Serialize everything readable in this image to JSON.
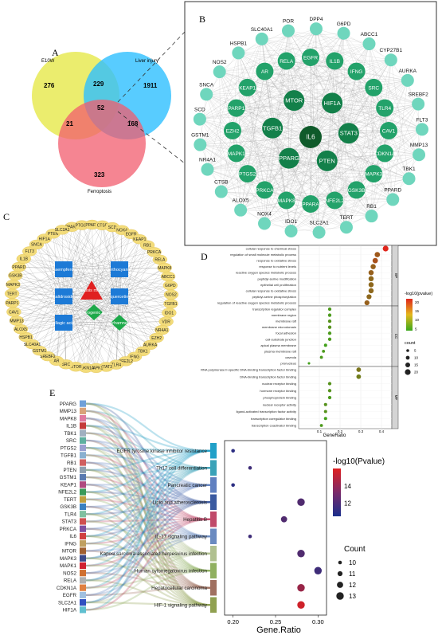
{
  "panels": {
    "A": "A",
    "B": "B",
    "C": "C",
    "D": "D",
    "E": "E"
  },
  "chart_data": [
    {
      "type": "venn",
      "panel": "A",
      "sets": [
        "E10W",
        "Liver injury",
        "Ferroptosis"
      ],
      "colors": [
        "#e6e84a",
        "#2ebfff",
        "#f25c6e"
      ],
      "regions": [
        {
          "sets": [
            "E10W"
          ],
          "value": 276
        },
        {
          "sets": [
            "Liver injury"
          ],
          "value": 1911
        },
        {
          "sets": [
            "Ferroptosis"
          ],
          "value": 323
        },
        {
          "sets": [
            "E10W",
            "Liver injury"
          ],
          "value": 229
        },
        {
          "sets": [
            "E10W",
            "Ferroptosis"
          ],
          "value": 21
        },
        {
          "sets": [
            "Liver injury",
            "Ferroptosis"
          ],
          "value": 168
        },
        {
          "sets": [
            "E10W",
            "Liver injury",
            "Ferroptosis"
          ],
          "value": 52
        }
      ]
    },
    {
      "type": "network",
      "panel": "B",
      "nodes": {
        "core": [
          "IL6"
        ],
        "inner": [
          "HIF1A",
          "STAT3",
          "PTEN",
          "PPARG",
          "TGFB1",
          "MTOR",
          "EGFR",
          "IL1B",
          "IFNG",
          "SRC",
          "TLR4",
          "CAV1",
          "CDKN1A",
          "MAPK3",
          "GSK3B",
          "NFE2L2",
          "PPARA",
          "MAPK8",
          "PRKCA",
          "PTGS2",
          "MAPK1",
          "EZH2",
          "PARP1",
          "KEAP1",
          "AR",
          "RELA"
        ],
        "outer": [
          "DPP4",
          "G6PD",
          "ABCC1",
          "CYP27B1",
          "AURKA",
          "SREBF2",
          "FLT3",
          "MMP13",
          "TBK1",
          "PPARD",
          "RB1",
          "TERT",
          "SLC2A1",
          "IDO1",
          "NOX4",
          "ALOX5",
          "CTSB",
          "NR4A1",
          "GSTM1",
          "SCD",
          "SNCA",
          "NOS2",
          "HSPB1",
          "SLC40A1",
          "POR"
        ]
      }
    },
    {
      "type": "network",
      "panel": "C",
      "compounds": [
        "kaempferol",
        "anthocyanin",
        "quercetin",
        "salidroside",
        "ellagic acid",
        "chlorogenic acid",
        "isorhamnetin"
      ],
      "center_label": "Ferroptosis metabolism",
      "targets": [
        "PPARG",
        "PTGS2",
        "PPARA",
        "CTSB",
        "SCD",
        "NOX4",
        "EGFR",
        "KEAP1",
        "RB1",
        "PRKCA",
        "RELA",
        "MAPK8",
        "ABCC1",
        "G6PD",
        "NOS2",
        "TGFB1",
        "IDO1",
        "VDR",
        "NR4A1",
        "EZH2",
        "AURKA",
        "TBK1",
        "IFNG",
        "NFE2L2",
        "TLR4",
        "STAT3",
        "MAPK1",
        "CDKN1A",
        "MTOR",
        "SRC",
        "AR",
        "SREBF2",
        "GSTM1",
        "SLC40A1",
        "HSPB1",
        "ALOX5",
        "MMP13",
        "CAV1",
        "PARP1",
        "TERT",
        "MAPK3",
        "GSK3B",
        "PPARD",
        "IL1B",
        "FLT3",
        "SNCA",
        "HIF1A",
        "PTEN",
        "SLC2A1"
      ]
    },
    {
      "type": "scatter",
      "panel": "D",
      "xlabel": "GeneRatio",
      "xlim": [
        0,
        0.45
      ],
      "x_ticks": [
        0.1,
        0.2,
        0.3,
        0.4
      ],
      "color_label": "-log10(pvalue)",
      "color_ticks": [
        5,
        10,
        15,
        20
      ],
      "size_label": "count",
      "size_ticks": [
        5,
        10,
        15,
        20
      ],
      "facets": [
        {
          "name": "BP",
          "terms": [
            {
              "term": "cellular response to chemical stress",
              "x": 0.42,
              "p": 22,
              "count": 20
            },
            {
              "term": "regulation of small molecule metabolic process",
              "x": 0.38,
              "p": 15,
              "count": 18
            },
            {
              "term": "response to oxidative stress",
              "x": 0.37,
              "p": 16,
              "count": 18
            },
            {
              "term": "response to nutrient levels",
              "x": 0.36,
              "p": 14,
              "count": 17
            },
            {
              "term": "reactive oxygen species metabolic process",
              "x": 0.35,
              "p": 14,
              "count": 17
            },
            {
              "term": "peptidyl-serine modification",
              "x": 0.35,
              "p": 13,
              "count": 17
            },
            {
              "term": "epithelial cell proliferation",
              "x": 0.35,
              "p": 13,
              "count": 17
            },
            {
              "term": "cellular response to oxidative stress",
              "x": 0.35,
              "p": 13,
              "count": 17
            },
            {
              "term": "peptidyl-serine phosphorylation",
              "x": 0.34,
              "p": 13,
              "count": 16
            },
            {
              "term": "regulation of reactive oxygen species metabolic process",
              "x": 0.33,
              "p": 14,
              "count": 16
            }
          ]
        },
        {
          "name": "CC",
          "terms": [
            {
              "term": "transcription regulator complex",
              "x": 0.15,
              "p": 6,
              "count": 8
            },
            {
              "term": "membrane region",
              "x": 0.15,
              "p": 6,
              "count": 8
            },
            {
              "term": "membrane raft",
              "x": 0.15,
              "p": 7,
              "count": 8
            },
            {
              "term": "membrane microdomain",
              "x": 0.15,
              "p": 7,
              "count": 8
            },
            {
              "term": "focal adhesion",
              "x": 0.15,
              "p": 6,
              "count": 8
            },
            {
              "term": "cell-substrate junction",
              "x": 0.15,
              "p": 6,
              "count": 8
            },
            {
              "term": "apical plasma membrane",
              "x": 0.13,
              "p": 5,
              "count": 7
            },
            {
              "term": "plasma membrane raft",
              "x": 0.12,
              "p": 6,
              "count": 6
            },
            {
              "term": "caveola",
              "x": 0.11,
              "p": 6,
              "count": 6
            },
            {
              "term": "pronucleus",
              "x": 0.05,
              "p": 5,
              "count": 3
            }
          ]
        },
        {
          "name": "MF",
          "terms": [
            {
              "term": "RNA polymerase II-specific DNA-binding transcription factor binding",
              "x": 0.29,
              "p": 11,
              "count": 14
            },
            {
              "term": "DNA-binding transcription factor binding",
              "x": 0.29,
              "p": 10,
              "count": 14
            },
            {
              "term": "nuclear receptor binding",
              "x": 0.15,
              "p": 7,
              "count": 8
            },
            {
              "term": "hormone receptor binding",
              "x": 0.15,
              "p": 7,
              "count": 8
            },
            {
              "term": "phosphoprotein binding",
              "x": 0.15,
              "p": 6,
              "count": 8
            },
            {
              "term": "nuclear receptor activity",
              "x": 0.13,
              "p": 7,
              "count": 7
            },
            {
              "term": "ligand-activated transcription factor activity",
              "x": 0.13,
              "p": 7,
              "count": 7
            },
            {
              "term": "transcription coregulator binding",
              "x": 0.13,
              "p": 5,
              "count": 7
            },
            {
              "term": "transcription coactivator binding",
              "x": 0.11,
              "p": 6,
              "count": 6
            }
          ]
        }
      ]
    },
    {
      "type": "sankey-dot",
      "panel": "E",
      "genes": [
        "PPARG",
        "MMP13",
        "MAPK8",
        "IL1B",
        "TBK1",
        "SRC",
        "PTGS2",
        "TGFB1",
        "RB1",
        "PTEN",
        "GSTM1",
        "KEAP1",
        "NFE2L2",
        "TERT",
        "GSK3B",
        "TLR4",
        "STAT3",
        "PRKCA",
        "IL6",
        "IFNG",
        "MTOR",
        "MAPK3",
        "MAPK1",
        "NOS2",
        "RELA",
        "CDKN1A",
        "EGFR",
        "SLC2A1",
        "HIF1A"
      ],
      "pathways": [
        "EGFR tyrosine kinase inhibitor resistance",
        "Th17 cell differentiation",
        "Pancreatic cancer",
        "Lipid and atherosclerosis",
        "Hepatitis B",
        "IL-17 signaling pathway",
        "Kaposi sarcoma-associated herpesvirus infection",
        "Human cytomegalovirus infection",
        "Hepatocellular carcinoma",
        "HIF-1 signaling pathway"
      ],
      "xlabel": "Gene.Ratio",
      "xlim": [
        0.19,
        0.31
      ],
      "x_ticks": [
        0.2,
        0.25,
        0.3
      ],
      "color_label": "-log10(Pvalue)",
      "color_ticks": [
        12,
        14
      ],
      "size_label": "Count",
      "size_ticks": [
        10,
        11,
        12,
        13
      ],
      "points": [
        {
          "pathway": "EGFR tyrosine kinase inhibitor resistance",
          "x": 0.2,
          "p": 11,
          "count": 10
        },
        {
          "pathway": "Th17 cell differentiation",
          "x": 0.22,
          "p": 11.5,
          "count": 10
        },
        {
          "pathway": "Pancreatic cancer",
          "x": 0.2,
          "p": 11,
          "count": 10
        },
        {
          "pathway": "Lipid and atherosclerosis",
          "x": 0.28,
          "p": 12,
          "count": 13
        },
        {
          "pathway": "Hepatitis B",
          "x": 0.26,
          "p": 12,
          "count": 12
        },
        {
          "pathway": "IL-17 signaling pathway",
          "x": 0.22,
          "p": 11.5,
          "count": 10
        },
        {
          "pathway": "Kaposi sarcoma-associated herpesvirus infection",
          "x": 0.28,
          "p": 12,
          "count": 13
        },
        {
          "pathway": "Human cytomegalovirus infection",
          "x": 0.3,
          "p": 11.5,
          "count": 13
        },
        {
          "pathway": "Hepatocellular carcinoma",
          "x": 0.28,
          "p": 14,
          "count": 13
        },
        {
          "pathway": "HIF-1 signaling pathway",
          "x": 0.28,
          "p": 15.5,
          "count": 13
        }
      ]
    }
  ]
}
